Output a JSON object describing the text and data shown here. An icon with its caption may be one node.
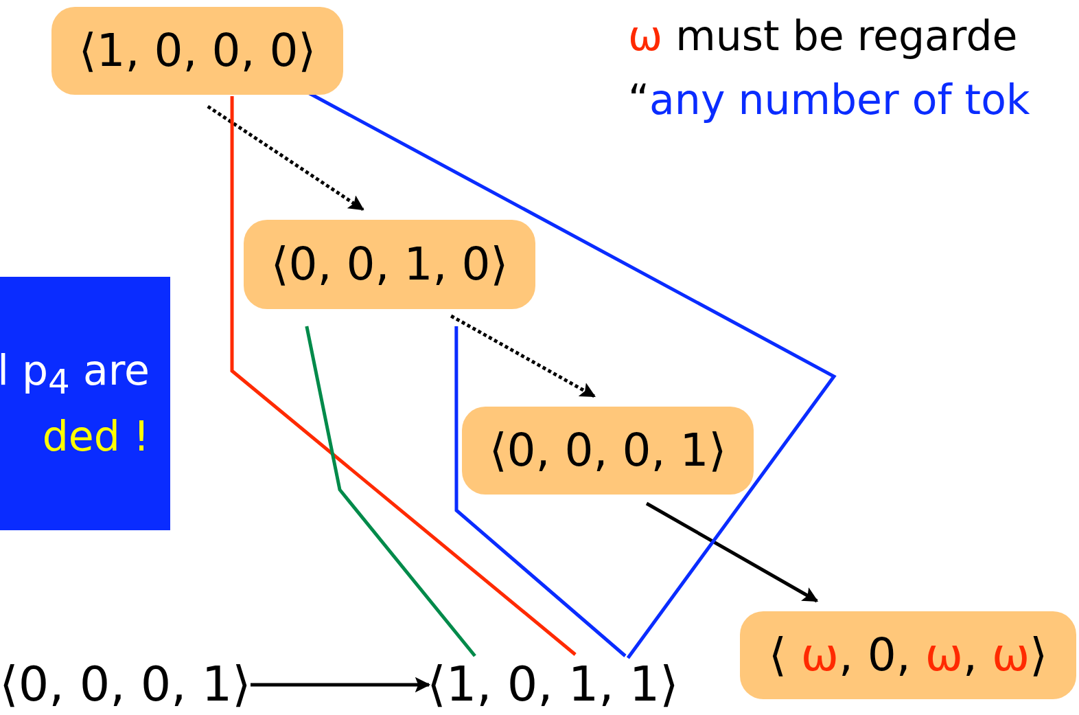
{
  "diagram": {
    "nodes": [
      {
        "text": [
          "⟨1, 0, 0, 0⟩"
        ]
      },
      {
        "text": [
          "⟨0, 0, 1, 0⟩"
        ]
      },
      {
        "text": [
          "⟨0, 0, 0, 1⟩"
        ]
      },
      {
        "text": [
          "⟨ ω, 0, ω, ω⟩"
        ]
      },
      {
        "text": [
          "⟨0, 0, 0, 1⟩"
        ]
      },
      {
        "text": [
          "⟨1, 0, 1, 1⟩"
        ]
      },
      {
        "text": [
          "l p$_{4}$ are",
          "ded !"
        ]
      }
    ],
    "edges": [
      {
        "from": 0,
        "to": 1,
        "arrow": "to",
        "style": "dashed"
      },
      {
        "from": 1,
        "to": 2,
        "arrow": "to",
        "style": "dashed"
      },
      {
        "from": 2,
        "to": 3,
        "arrow": "to"
      },
      {
        "from": 4,
        "to": 5,
        "arrow": "to"
      },
      {
        "from": 0,
        "to": 5,
        "arrow": "none",
        "color": "#ff2a00"
      },
      {
        "from": 0,
        "to": 5,
        "arrow": "none",
        "color": "#0a2cff"
      },
      {
        "from": 1,
        "to": 5,
        "arrow": "none",
        "color": "#008a4a"
      },
      {
        "from": 1,
        "to": 5,
        "arrow": "none",
        "color": "#0a2cff"
      }
    ],
    "labels": [
      "ω must be regarde",
      "“any number of tok"
    ]
  }
}
